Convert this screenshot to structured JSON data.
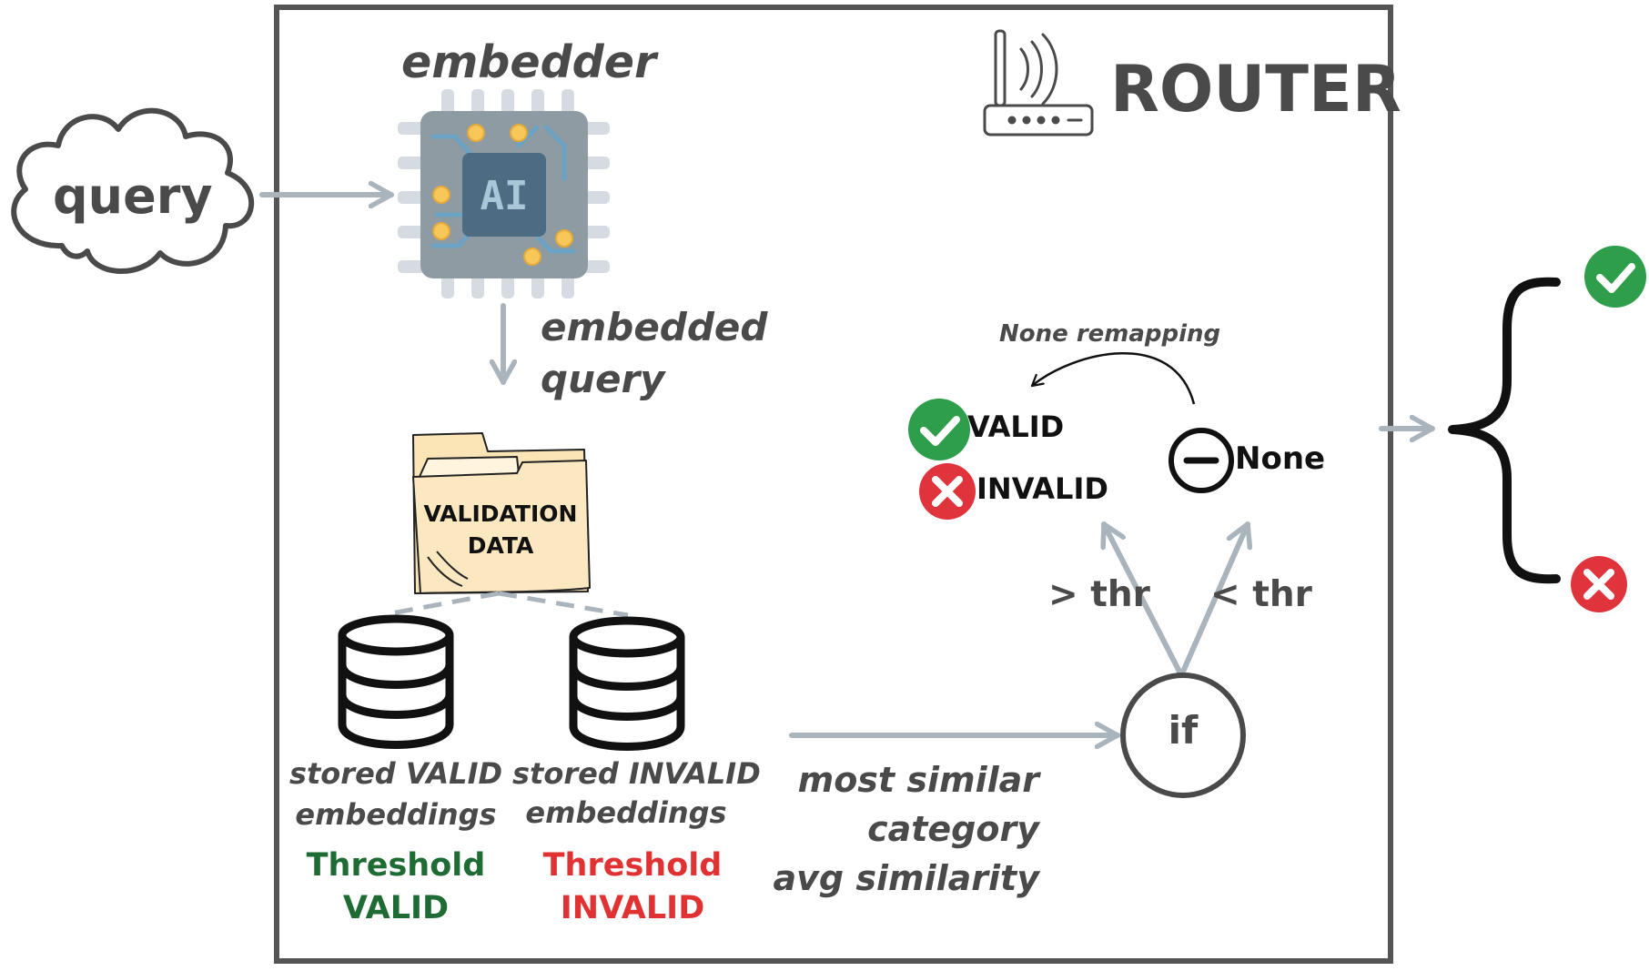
{
  "labels": {
    "query": "query",
    "embedder": "embedder",
    "chip": "AI",
    "router": "ROUTER",
    "embedded_query": [
      "embedded",
      "query"
    ],
    "validation_data": [
      "VALIDATION",
      "DATA"
    ],
    "stored_valid": [
      "stored VALID",
      "embeddings"
    ],
    "stored_invalid": [
      "stored INVALID",
      "embeddings"
    ],
    "threshold_valid": [
      "Threshold",
      "VALID"
    ],
    "threshold_invalid": [
      "Threshold",
      "INVALID"
    ],
    "similarity": [
      "most similar",
      "category",
      "avg similarity"
    ],
    "if": "if",
    "gt_thr": "> thr",
    "lt_thr": "< thr",
    "valid": "VALID",
    "invalid": "INVALID",
    "none": "None",
    "none_remapping": "None remapping"
  },
  "colors": {
    "frame": "#555555",
    "arrow": "#a9b4bc",
    "text": "#4a4a4a",
    "green": "#2e9e4a",
    "red": "#e0343c",
    "threshold_valid": "#1e6b34",
    "threshold_invalid": "#e03232",
    "folder": "#fbe5b6",
    "chip_body": "#8f9ba3",
    "chip_core": "#4d6b82",
    "chip_dot": "#f7c75a"
  },
  "icons": [
    "cloud-icon",
    "ai-chip-icon",
    "router-icon",
    "folder-icon",
    "database-icon",
    "check-circle-icon",
    "cross-circle-icon",
    "minus-circle-icon",
    "curly-brace-icon"
  ]
}
